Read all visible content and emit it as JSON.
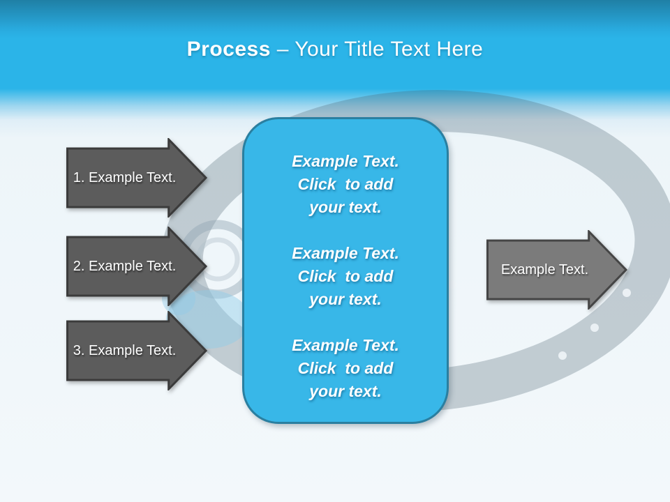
{
  "title": {
    "bold": "Process",
    "rest": " – Your Title Text Here"
  },
  "left_arrows": [
    {
      "label": "1. Example Text."
    },
    {
      "label": "2. Example Text."
    },
    {
      "label": "3. Example Text."
    }
  ],
  "right_arrow": {
    "label": "Example Text."
  },
  "center_box": {
    "paragraphs": [
      {
        "lines": [
          "Example Text.",
          "Click  to add",
          "your text."
        ]
      },
      {
        "lines": [
          "Example Text.",
          "Click  to add",
          "your text."
        ]
      },
      {
        "lines": [
          "Example Text.",
          "Click  to add",
          "your text."
        ]
      }
    ]
  },
  "colors": {
    "header_blue": "#2bb4e8",
    "header_dark_blue": "#1f7fa5",
    "box_fill": "#38b7e8",
    "box_border": "#2a7fa0",
    "left_arrow_fill": "#5c5c5c",
    "right_arrow_fill": "#7b7b7b",
    "arrow_border": "#3f3f3f",
    "text_color": "#ffffff"
  }
}
